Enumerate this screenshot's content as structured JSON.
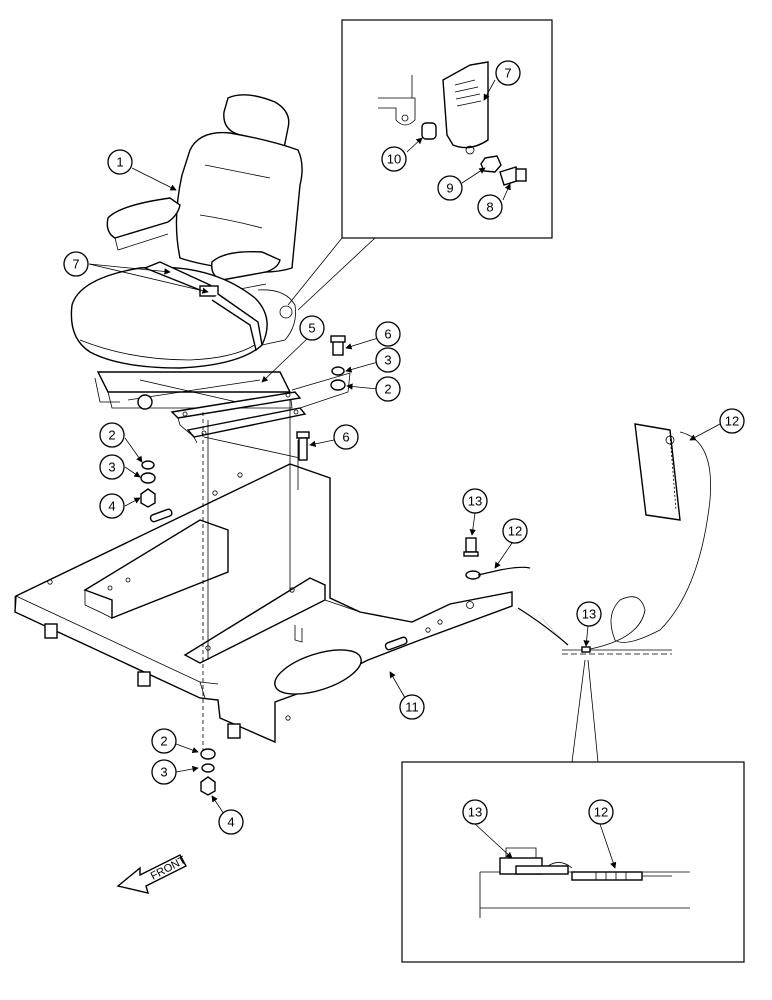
{
  "callouts": {
    "c1": "1",
    "c7a": "7",
    "c7b": "7",
    "c10": "10",
    "c9": "9",
    "c8": "8",
    "c5": "5",
    "c6a": "6",
    "c3a": "3",
    "c2a": "2",
    "c6b": "6",
    "c2b": "2",
    "c3b": "3",
    "c4a": "4",
    "c13a": "13",
    "c12a": "12",
    "c12b": "12",
    "c13b": "13",
    "c11": "11",
    "c2c": "2",
    "c3c": "3",
    "c4b": "4",
    "c13c": "13",
    "c12c": "12"
  },
  "front_label": "FRONT"
}
